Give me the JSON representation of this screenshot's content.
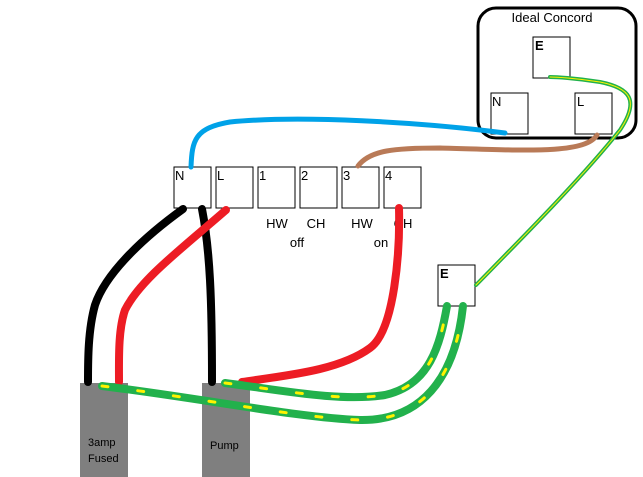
{
  "boiler": {
    "title": "Ideal Concord",
    "terminals": {
      "earth": "E",
      "neutral": "N",
      "live": "L"
    }
  },
  "wiring_centre": {
    "terminals": [
      "N",
      "L",
      "1",
      "2",
      "3",
      "4"
    ],
    "function_labels": [
      "HW",
      "CH",
      "HW",
      "CH"
    ],
    "state_labels": {
      "off": "off",
      "on": "on"
    }
  },
  "earth_block": {
    "label": "E"
  },
  "devices": {
    "fused_spur": {
      "line1": "3amp",
      "line2": "Fused"
    },
    "pump": {
      "label": "Pump"
    }
  },
  "wire_colors": {
    "neutral": "#00a2e8",
    "switched_live": "#b97a57",
    "live": "#ed1c24",
    "black": "#000000",
    "earth_green": "#22b14c",
    "earth_yellow": "#fff200",
    "device_grey": "#7f7f7f"
  }
}
